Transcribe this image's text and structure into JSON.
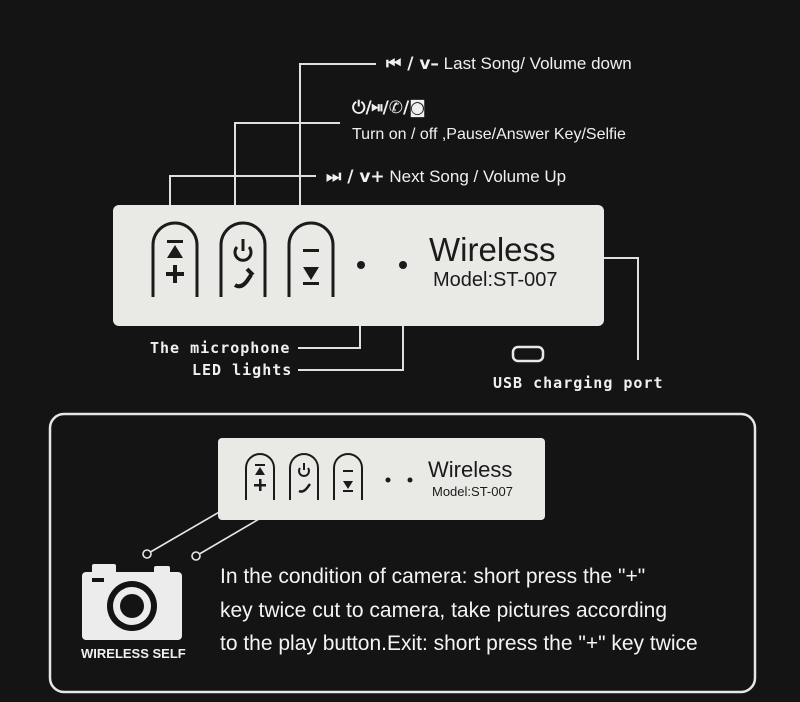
{
  "callouts": {
    "prev": {
      "icon": "⏮ / v–",
      "text": "Last Song/ Volume down"
    },
    "power": {
      "icon": "⏻/⏯/✆/◙",
      "text": "Turn on / off ,Pause/Answer Key/Selfie"
    },
    "next": {
      "icon": "⏭ / v+",
      "text": "Next Song / Volume Up"
    },
    "microphone": "The microphone",
    "led": "LED lights",
    "usb": "USB charging port"
  },
  "device": {
    "brand": "Wireless",
    "model": "Model:ST-007"
  },
  "small_device": {
    "brand": "Wireless",
    "model": "Model:ST-007"
  },
  "camera_label": "WIRELESS SELF",
  "instructions": [
    "In the condition of camera: short press the \"+\"",
    "key twice cut to camera, take pictures according",
    "to the play button.Exit: short press the \"+\" key twice"
  ],
  "colors": {
    "background": "#141414",
    "panel": "#e9e9e6",
    "ink": "#1b1b1b",
    "line": "#e0e0e0"
  }
}
